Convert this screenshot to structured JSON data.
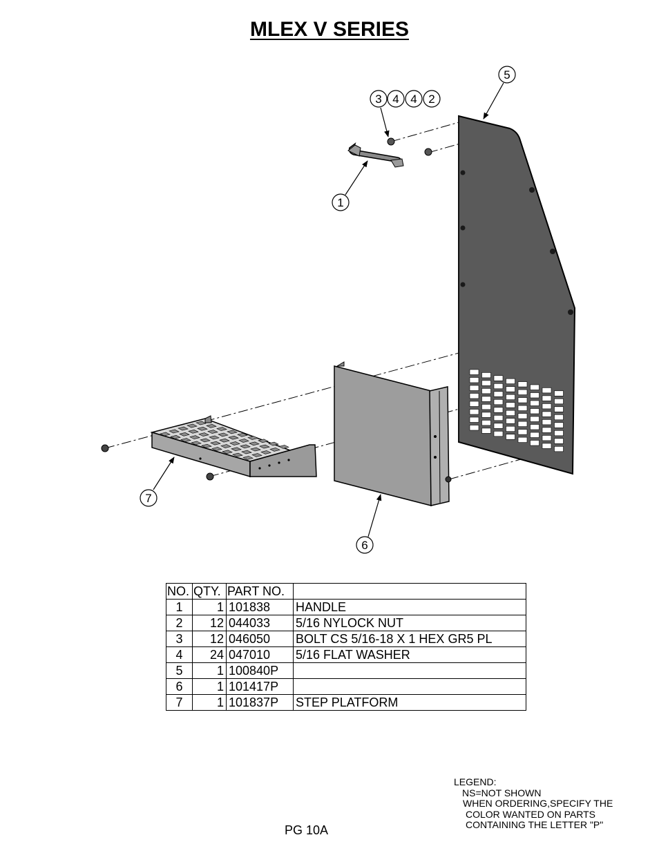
{
  "title": "MLEX V SERIES",
  "callouts": {
    "handle": "1",
    "top_group": [
      "3",
      "4",
      "4",
      "2"
    ],
    "panel": "5",
    "cover": "6",
    "platform": "7"
  },
  "table": {
    "headers": [
      "NO.",
      "QTY.",
      "PART NO.",
      ""
    ],
    "rows": [
      {
        "no": "1",
        "qty": "1",
        "part": "101838",
        "desc": "HANDLE"
      },
      {
        "no": "2",
        "qty": "12",
        "part": "044033",
        "desc": "5/16 NYLOCK NUT"
      },
      {
        "no": "3",
        "qty": "12",
        "part": "046050",
        "desc": "BOLT CS 5/16-18 X 1 HEX GR5 PL"
      },
      {
        "no": "4",
        "qty": "24",
        "part": "047010",
        "desc": "5/16 FLAT WASHER"
      },
      {
        "no": "5",
        "qty": "1",
        "part": "100840P",
        "desc": ""
      },
      {
        "no": "6",
        "qty": "1",
        "part": "101417P",
        "desc": ""
      },
      {
        "no": "7",
        "qty": "1",
        "part": "101837P",
        "desc": "STEP PLATFORM"
      }
    ]
  },
  "legend": {
    "heading": "LEGEND:",
    "line1": "NS=NOT SHOWN",
    "line2": "WHEN ORDERING,SPECIFY THE",
    "line3": "COLOR WANTED ON PARTS",
    "line4": "CONTAINING THE LETTER \"P\""
  },
  "page_number": "PG 10A"
}
